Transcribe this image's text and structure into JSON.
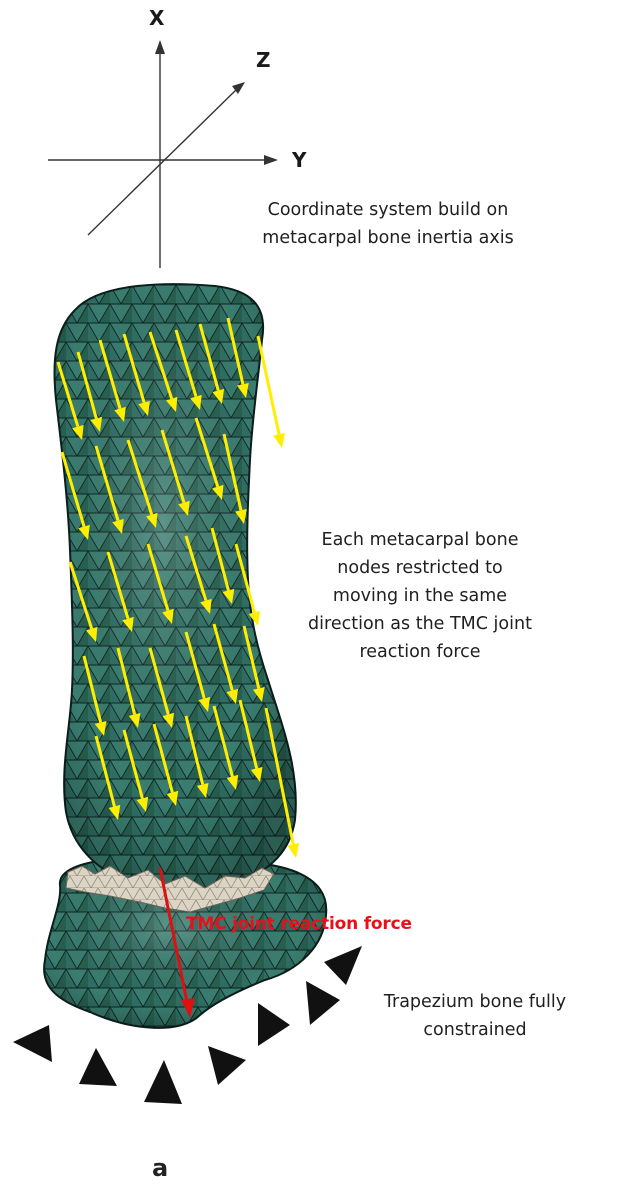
{
  "axes": {
    "x_label": "X",
    "y_label": "Y",
    "z_label": "Z",
    "caption": [
      "Coordinate system build on",
      "metacarpal bone inertia axis"
    ]
  },
  "annotations": {
    "nodes_note": [
      "Each metacarpal bone",
      "nodes restricted to",
      "moving in the same",
      "direction as the TMC joint",
      "reaction force"
    ],
    "force_label": "TMC joint reaction force",
    "trapezium_note": [
      "Trapezium bone fully",
      "constrained"
    ]
  },
  "panel_label": "a",
  "colors": {
    "mesh_fill": "#2f6e63",
    "mesh_line": "#0e2522",
    "cartilage": "#dcd5c6",
    "node_arrow": "#ffee00",
    "force_arrow": "#dd1111",
    "constraint": "#111111"
  }
}
